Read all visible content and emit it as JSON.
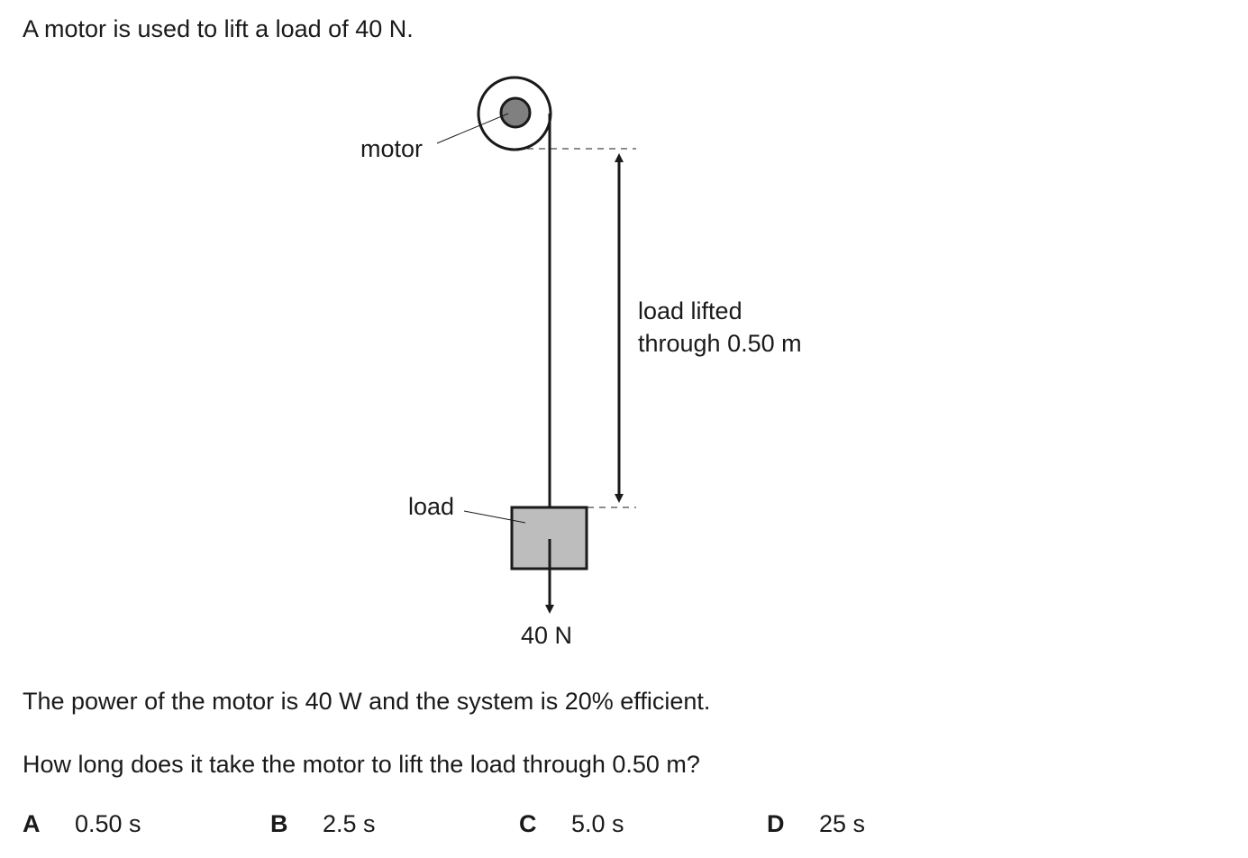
{
  "question": {
    "intro": "A motor is used to lift a load of 40 N.",
    "info": "The power of the motor is 40 W and the system is 20% efficient.",
    "prompt": "How long does it take the motor to lift the load through 0.50 m?"
  },
  "diagram": {
    "motor_label": "motor",
    "load_label": "load",
    "lift_label_line1": "load lifted",
    "lift_label_line2": "through 0.50 m",
    "force_label": "40 N"
  },
  "options": [
    {
      "letter": "A",
      "value": "0.50 s"
    },
    {
      "letter": "B",
      "value": "2.5 s"
    },
    {
      "letter": "C",
      "value": "5.0 s"
    },
    {
      "letter": "D",
      "value": "25 s"
    }
  ]
}
